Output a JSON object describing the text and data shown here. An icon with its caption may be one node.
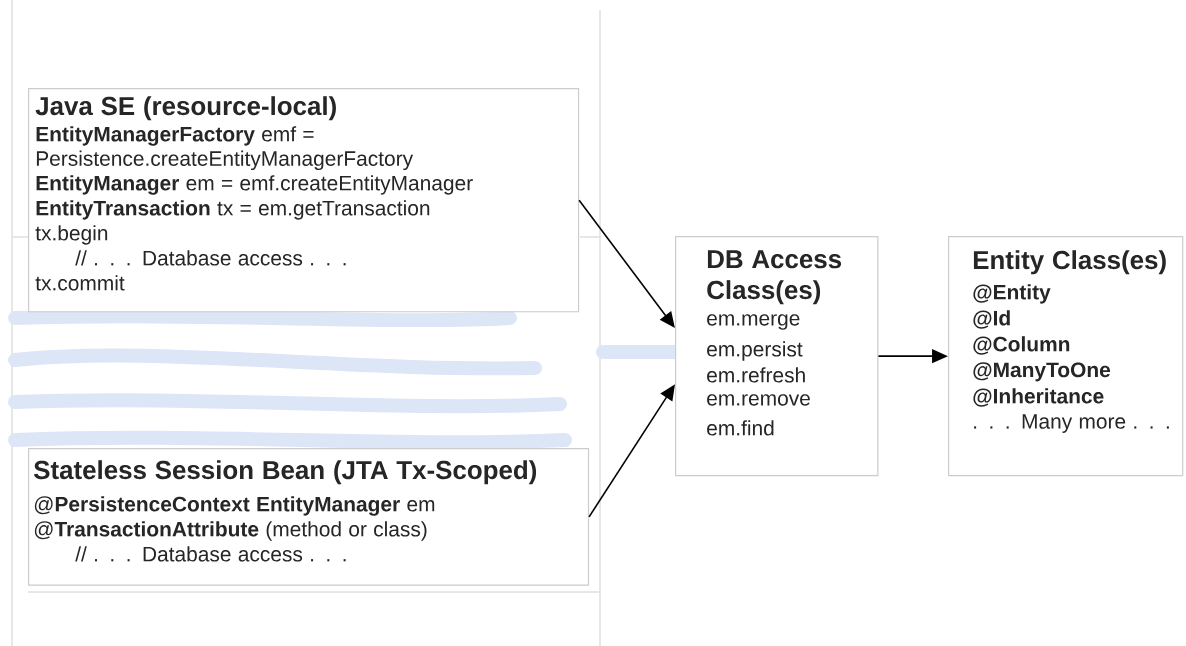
{
  "diagram": {
    "nodes": [
      {
        "text": [
          "Java SE (resource-local)",
          "**EntityManagerFactory** emf = Persistence.createEntityManagerFactory",
          "**EntityManager** em = emf.createEntityManager",
          "**EntityTransaction** tx = em.getTransaction",
          "tx.begin",
          "// . . . Database access . . .",
          "tx.commit"
        ]
      },
      {
        "text": [
          "Stateless Session Bean (JTA Tx-Scoped)",
          "@**PersistenceContext EntityManager** em",
          "@**TransactionAttribute** (method or class)",
          "// . . . Database access . . ."
        ]
      },
      {
        "text": [
          "DB Access Class(es)",
          "em.merge",
          "em.persist",
          "em.refresh",
          "em.remove",
          "em.find"
        ]
      },
      {
        "text": [
          "Entity Class(es)",
          "@Entity",
          "@Id",
          "@Column",
          "@ManyToOne",
          "@Inheritance",
          ". . . Many more . . ."
        ]
      }
    ],
    "edges": [
      {
        "from": 0,
        "to": 2,
        "arrow": "to"
      },
      {
        "from": 1,
        "to": 2,
        "arrow": "to"
      },
      {
        "from": 2,
        "to": 3,
        "arrow": "to"
      }
    ]
  }
}
